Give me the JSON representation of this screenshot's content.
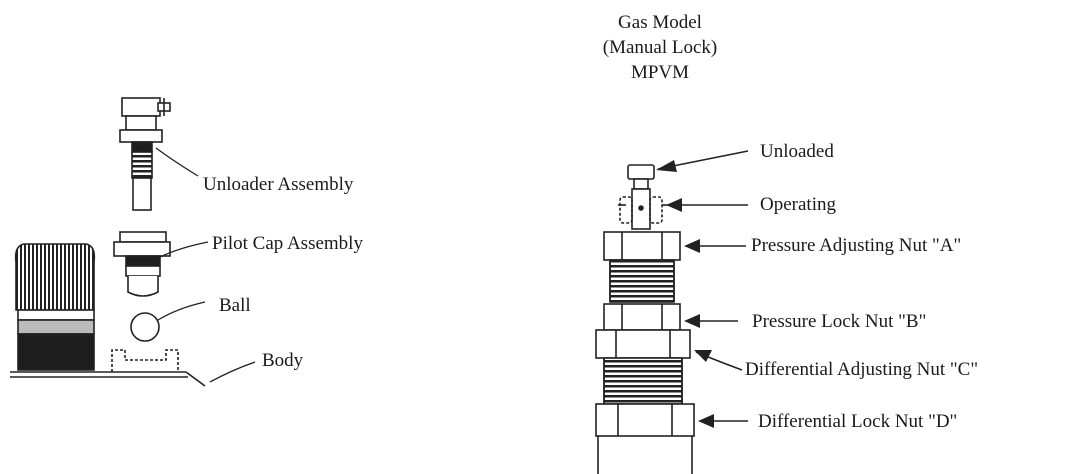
{
  "title": {
    "line1": "Gas Model",
    "line2": "(Manual Lock)",
    "line3": "MPVM"
  },
  "left_labels": {
    "unloader": "Unloader Assembly",
    "pilot_cap": "Pilot Cap Assembly",
    "ball": "Ball",
    "body": "Body"
  },
  "right_labels": {
    "unloaded": "Unloaded",
    "operating": "Operating",
    "nut_a": "Pressure Adjusting Nut \"A\"",
    "nut_b": "Pressure Lock Nut \"B\"",
    "nut_c": "Differential Adjusting Nut \"C\"",
    "nut_d": "Differential Lock Nut \"D\""
  }
}
